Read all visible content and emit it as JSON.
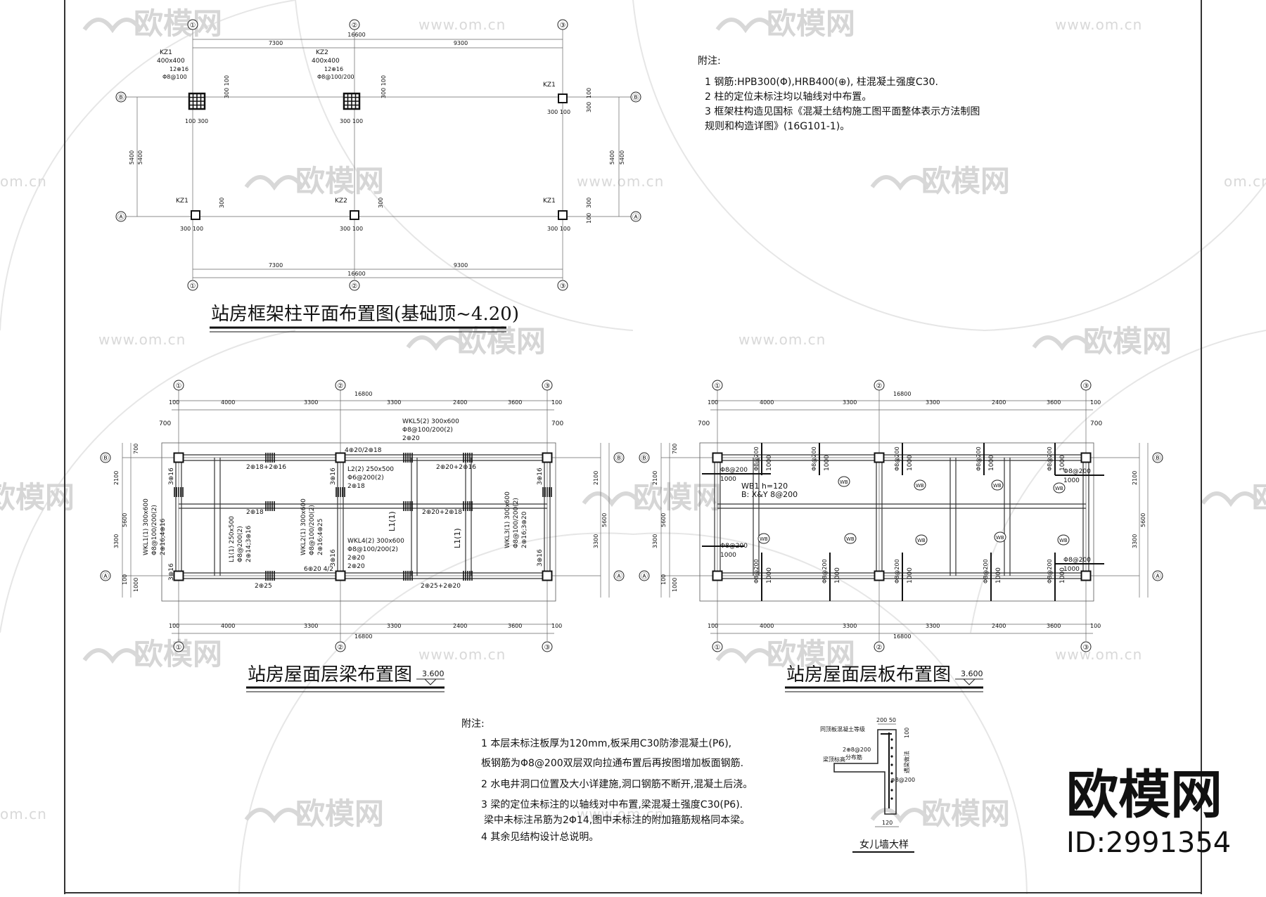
{
  "watermark": {
    "text": "欧模网",
    "url": "www.om.cn",
    "url_cut": "om.cn"
  },
  "brand": {
    "name": "欧模网",
    "id": "ID:2991354"
  },
  "axes": {
    "n1": "①",
    "n2": "②",
    "n3": "③",
    "nA": "Ⓐ",
    "nB": "Ⓑ"
  },
  "plan1": {
    "title": "站房框架柱平面布置图(基础顶~4.20)",
    "dim_total": "16600",
    "dim_left": "7300",
    "dim_right": "9300",
    "dim_height": "5400",
    "kz1": "KZ1",
    "kz2": "KZ2",
    "kz1_detail": [
      "KZ1",
      "400x400",
      "12⊕16",
      "Φ8@100"
    ],
    "kz2_detail": [
      "KZ2",
      "400x400",
      "12⊕16",
      "Φ8@100/200"
    ],
    "d100": "100",
    "d300": "300",
    "d100300": "100 300",
    "d300100": "300 100",
    "d300s100": "300 100"
  },
  "plan1_notes": {
    "head": "附注:",
    "items": [
      "1  钢筋:HPB300(Φ),HRB400(⊕),    柱混凝土强度C30.",
      "2  柱的定位未标注均以轴线对中布置。",
      "3  框架柱构造见国标《混凝土结构施工图平面整体表示方法制图",
      "    规则和构造详图》(16G101-1)。"
    ]
  },
  "plan2": {
    "title": "站房屋面层梁布置图",
    "elev": "3.600",
    "top_dims": [
      "100",
      "4000",
      "3300",
      "3300",
      "2400",
      "3600",
      "100"
    ],
    "total": "16800",
    "side_dims": [
      "700",
      "2100",
      "5600",
      "3300",
      "1000",
      "100"
    ],
    "labels": {
      "wkl5": "WKL5(2) 300x600",
      "wkl5b": "Φ8@100/200(2)",
      "wkl5c": "2⊕20",
      "t1": "4⊕20/2⊕18",
      "t2": "2⊕18+2⊕16",
      "t3": "2⊕20+2⊕16",
      "l2": "L2(2) 250x500",
      "l2b": "Φ6@200(2)",
      "l2c": "2⊕18",
      "wkl1": "WKL1(1) 300x600",
      "wkl1b": "Φ8@100/200(2)",
      "wkl1c": "2⊕16;4⊕16",
      "l1a": "L1(1) 250x500",
      "l1b": "Φ8@200(2)",
      "l1c": "2⊕14;3⊕16",
      "wkl2": "WKL2(1) 300x600",
      "wkl2b": "Φ8@100/200(2)",
      "wkl2c": "2⊕16;4⊕25",
      "wkl4": "WKL4(2) 300x600",
      "wkl4b": "Φ8@100/200(2)",
      "wkl4c": "2⊕20",
      "l1": "L1(1)",
      "l1m": "L1(1)",
      "wkl3": "WKL3(1) 300x600",
      "wkl3b": "Φ8@100/200(2)",
      "wkl3c": "2⊕16;3⊕20",
      "b1": "2⊕18",
      "b2": "2⊕20+2⊕18",
      "b3": "6⊕20 4/2",
      "b4": "2⊕20",
      "b5": "2⊕25",
      "b6": "2⊕25+2⊕20",
      "s316": "3⊕16",
      "s316b": "3⊕16",
      "s316c": "3⊕16",
      "s316d": "3⊕16",
      "s316e": "3⊕16",
      "s316f": "3⊕16"
    }
  },
  "plan3": {
    "title": "站房屋面层板布置图",
    "elev": "3.600",
    "wb": "WB",
    "wb1": "WB1 h=120",
    "wb1b": "B: X&Y 8@200",
    "bar": "Φ8@200",
    "len": "1000"
  },
  "notes": {
    "head": "附注:",
    "items": [
      "1  本层未标注板厚为120mm,板采用C30防渗混凝土(P6),",
      "    板钢筋为Φ8@200双层双向拉通布置后再按图增加板面钢筋.",
      "2  水电井洞口位置及大小详建施,洞口钢筋不断开,混凝土后浇。",
      "3  梁的定位未标注的以轴线对中布置,梁混凝土强度C30(P6).",
      "梁中未标注吊筋为2Φ14,图中未标注的附加箍筋规格同本梁。",
      "4  其余见结构设计总说明。"
    ]
  },
  "parapet": {
    "title": "女儿墙大样",
    "l1": "同顶板混凝土等级",
    "l2": "2⊕8@200",
    "l3": "分布筋",
    "l4": "梁顶标高",
    "l5": "⊕8@200",
    "d1": "200 50",
    "d2": "100",
    "d3": "120",
    "v1": "遇梁做法"
  }
}
